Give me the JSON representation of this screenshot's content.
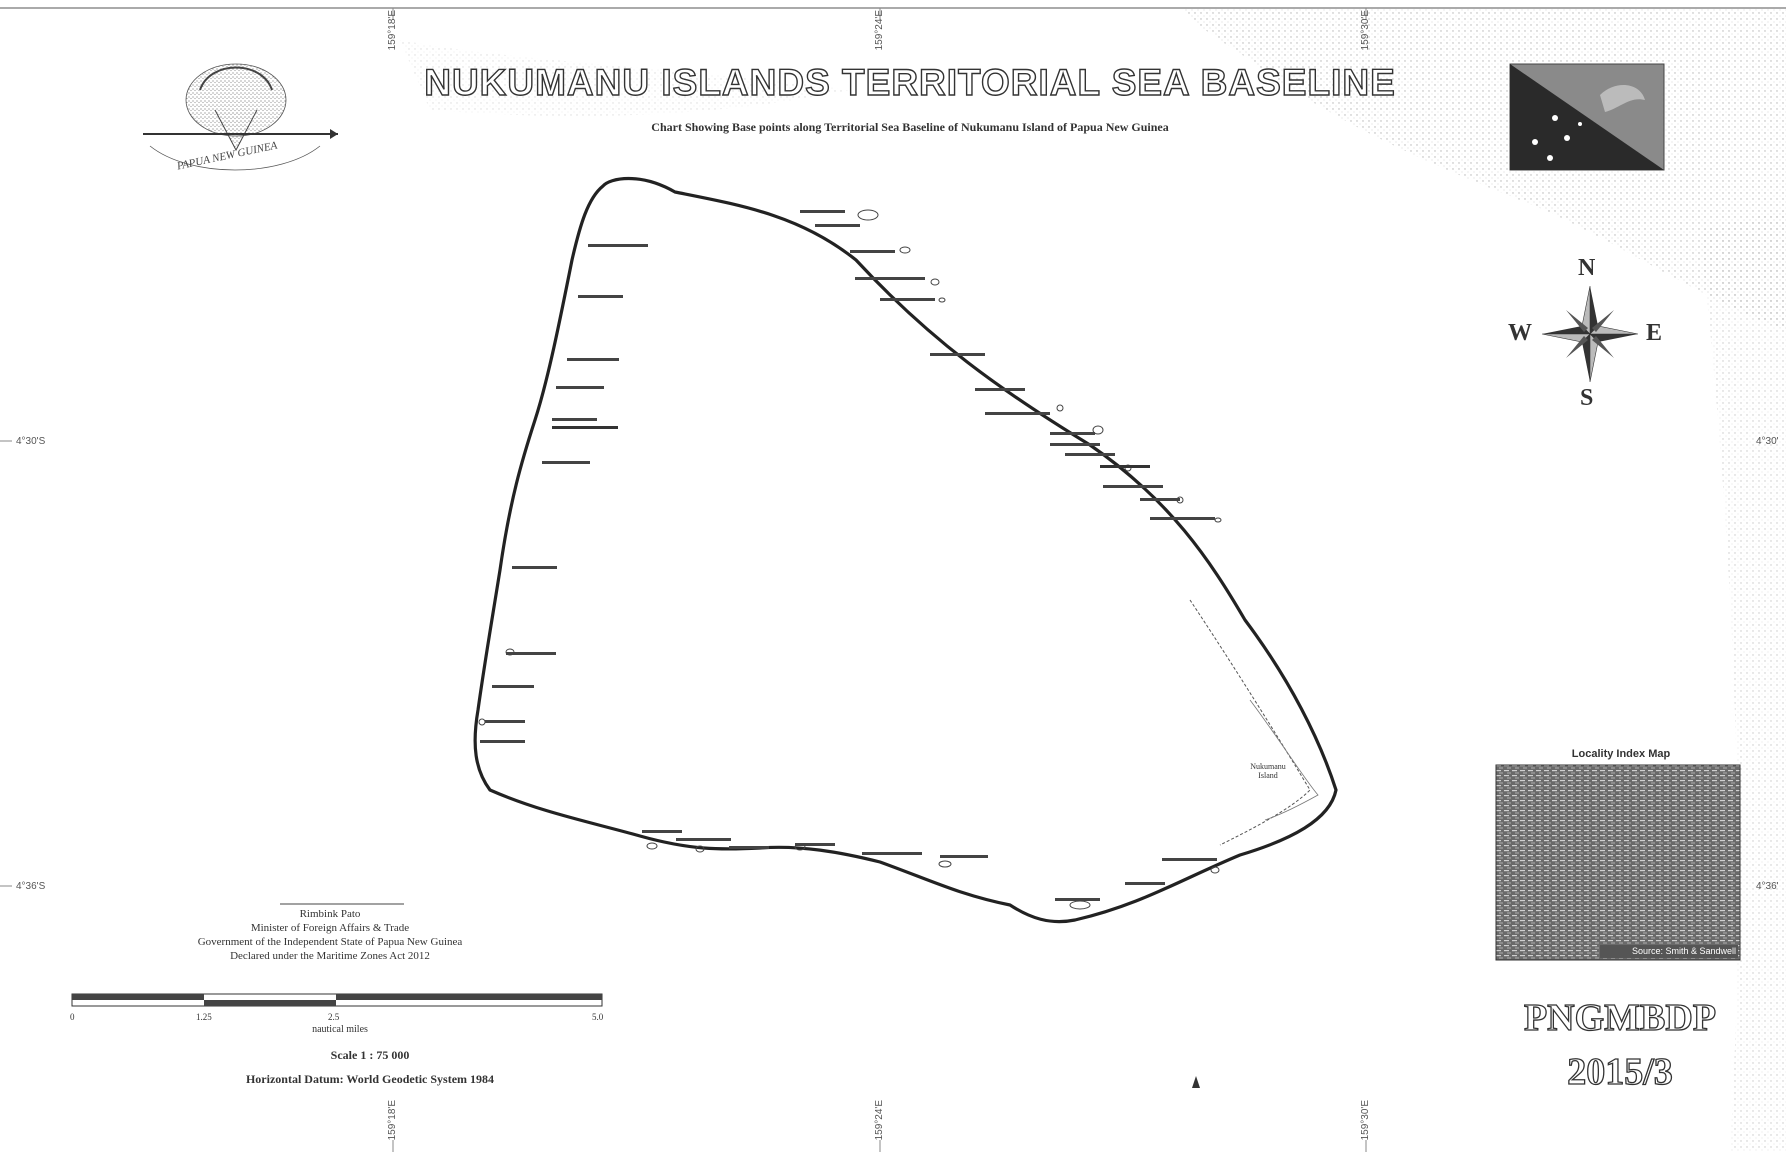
{
  "title": "NUKUMANU ISLANDS TERRITORIAL SEA BASELINE",
  "subtitle": "Chart Showing Base points along Territorial Sea Baseline of Nukumanu Island of Papua New Guinea",
  "emblem": {
    "icon": "png-national-emblem-icon",
    "text": "PAPUA NEW GUINEA"
  },
  "flag": {
    "icon": "png-flag-icon",
    "colors": {
      "red": "#8a8a8a",
      "black": "#2a2a2a"
    }
  },
  "compass": {
    "n": "N",
    "s": "S",
    "e": "E",
    "w": "W"
  },
  "coordinates": {
    "top": [
      "159°18'E",
      "159°24'E",
      "159°30'E"
    ],
    "bottom": [
      "159°18'E",
      "159°24'E",
      "159°30'E"
    ],
    "left": [
      "4°30'S",
      "4°36'S"
    ],
    "right": [
      "4°30'",
      "4°36'"
    ]
  },
  "island_label": "Nukumanu Island",
  "locality_map": {
    "title": "Locality Index Map",
    "credit": "Source: Smith & Sandwell"
  },
  "signature": {
    "name": "Rimbink Pato",
    "role": "Minister of Foreign Affairs & Trade",
    "government": "Government of the Independent State of Papua New Guinea",
    "declared": "Declared under the Maritime Zones Act 2012"
  },
  "scale_bar": {
    "ticks": [
      "0",
      "1.25",
      "2.5",
      "5.0"
    ],
    "unit": "nautical miles",
    "scale": "Scale 1 : 75 000",
    "datum": "Horizontal Datum: World Geodetic System 1984"
  },
  "doc_id": {
    "series": "PNGMBDP",
    "number": "2015/3"
  }
}
